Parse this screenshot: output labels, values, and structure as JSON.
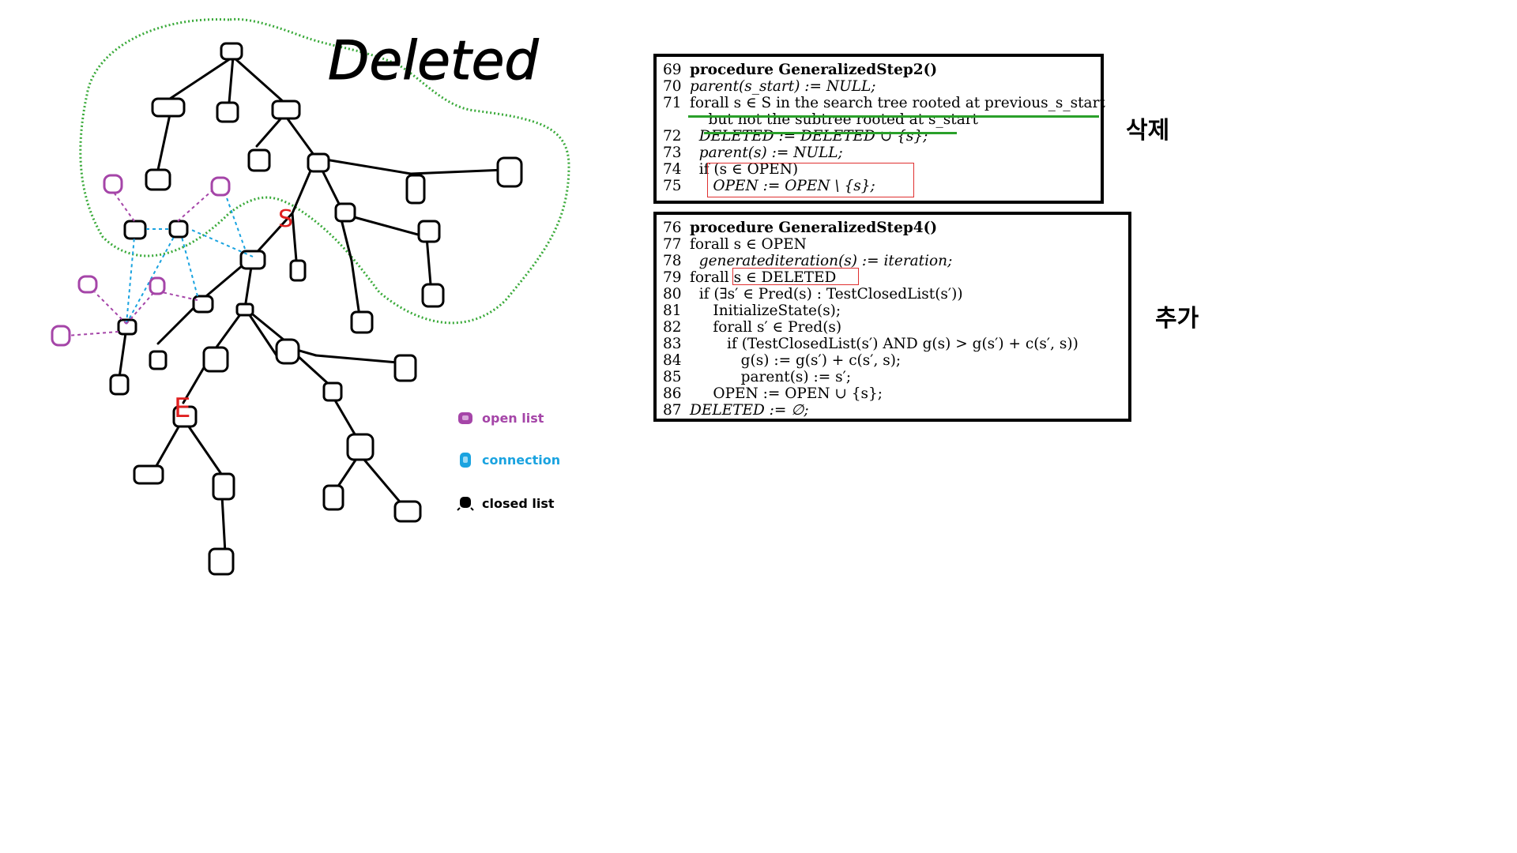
{
  "diagram": {
    "deleted_label": "Deleted",
    "start_label": "S",
    "end_label": "E",
    "colors": {
      "tree": "#000000",
      "open_list": "#a545a8",
      "connection": "#1aa3e0",
      "deleted_region": "#3aaa3a",
      "marker": "#e02020"
    }
  },
  "legend": {
    "items": [
      {
        "icon": "open-list-node-icon",
        "label": "open list",
        "color": "#a545a8"
      },
      {
        "icon": "connection-node-icon",
        "label": "connection",
        "color": "#1aa3e0"
      },
      {
        "icon": "closed-list-node-icon",
        "label": "closed list",
        "color": "#000000"
      }
    ]
  },
  "step2": {
    "side_label": "삭제",
    "lines": [
      {
        "num": "69",
        "text": "procedure GeneralizedStep2()"
      },
      {
        "num": "70",
        "text": "parent(s_start) := NULL;"
      },
      {
        "num": "71",
        "text": "forall s ∈ S in the search tree rooted at previous_s_start"
      },
      {
        "num": "",
        "text": "    but not the subtree rooted at s_start"
      },
      {
        "num": "72",
        "text": "  DELETED := DELETED ∪ {s};"
      },
      {
        "num": "73",
        "text": "  parent(s) := NULL;"
      },
      {
        "num": "74",
        "text": "  if (s ∈ OPEN)"
      },
      {
        "num": "75",
        "text": "     OPEN := OPEN \\ {s};"
      }
    ]
  },
  "step4": {
    "side_label": "추가",
    "lines": [
      {
        "num": "76",
        "text": "procedure GeneralizedStep4()"
      },
      {
        "num": "77",
        "text": "forall s ∈ OPEN"
      },
      {
        "num": "78",
        "text": "  generatediteration(s) := iteration;"
      },
      {
        "num": "79",
        "text": "forall s ∈ DELETED"
      },
      {
        "num": "80",
        "text": "  if (∃s′ ∈ Pred(s) : TestClosedList(s′))"
      },
      {
        "num": "81",
        "text": "     InitializeState(s);"
      },
      {
        "num": "82",
        "text": "     forall s′ ∈ Pred(s)"
      },
      {
        "num": "83",
        "text": "        if (TestClosedList(s′) AND g(s) > g(s′) + c(s′, s))"
      },
      {
        "num": "84",
        "text": "           g(s) := g(s′) + c(s′, s);"
      },
      {
        "num": "85",
        "text": "           parent(s) := s′;"
      },
      {
        "num": "86",
        "text": "     OPEN := OPEN ∪ {s};"
      },
      {
        "num": "87",
        "text": "DELETED := ∅;"
      }
    ]
  }
}
